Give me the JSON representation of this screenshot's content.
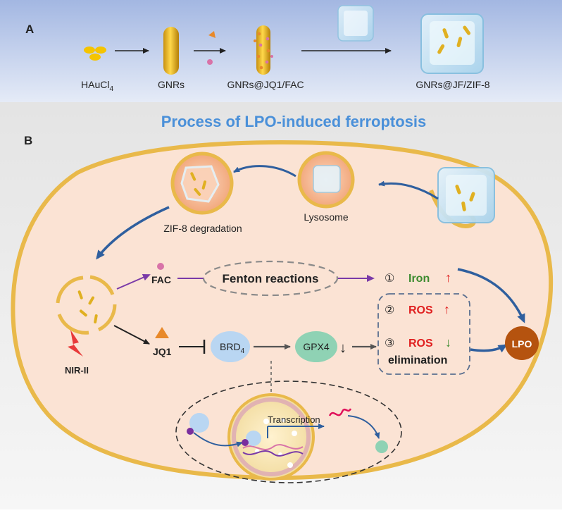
{
  "panel_a": {
    "letter": "A",
    "labels": {
      "haucl4_main": "HAuCl",
      "haucl4_sub": "4",
      "gnrs": "GNRs",
      "gnrs_jq1_fac": "GNRs@JQ1/FAC",
      "gnrs_jf_zif8": "GNRs@JF/ZIF-8"
    }
  },
  "panel_b": {
    "letter": "B",
    "title": "Process of LPO-induced ferroptosis",
    "labels": {
      "zif8_degradation": "ZIF-8 degradation",
      "lysosome": "Lysosome",
      "fac": "FAC",
      "fenton": "Fenton reactions",
      "jq1": "JQ1",
      "nir": "NIR-II",
      "brd4_main": "BRD",
      "brd4_sub": "4",
      "gpx4": "GPX4",
      "down_arrow": "↓",
      "step1_num": "①",
      "step1_text": "Iron",
      "step1_arrow": "↑",
      "step2_num": "②",
      "step2_text": "ROS",
      "step2_arrow": "↑",
      "step3_num": "③",
      "step3_text": "ROS",
      "step3_arrow": "↓",
      "elimination": "elimination",
      "lpo": "LPO",
      "transcription": "Transcription"
    }
  },
  "colors": {
    "title_blue": "#4a90d9",
    "cell_fill": "#fbe3d4",
    "cell_border": "#e9b94a",
    "iron_green": "#3d8b2f",
    "ros_red": "#e02020",
    "purple_arrow": "#7a3aa8",
    "dark_blue_arrow": "#2f5f9e",
    "lpo_brown": "#b5530f"
  }
}
